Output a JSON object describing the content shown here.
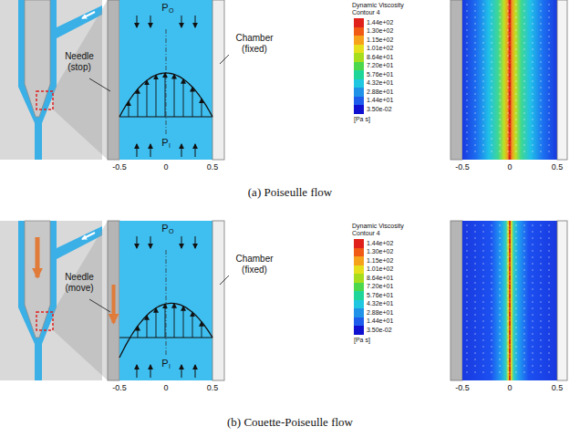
{
  "diagram": {
    "labels": [
      "P",
      "O",
      "P",
      "I",
      "Needle (stop)",
      "Chamber (fixed)",
      "-0.5",
      "0",
      "0.5",
      "Dynamic Viscosity",
      "Contour 4",
      "[Pa s]",
      "-0.5",
      "0",
      "0.5",
      "(a) Poiseulle flow",
      "P",
      "O",
      "P",
      "I",
      "Needle (move)",
      "Chamber (fixed)",
      "-0.5",
      "0",
      "0.5",
      "Dynamic Viscosity",
      "Contour 4",
      "[Pa s]",
      "-0.5",
      "0",
      "0.5",
      "(b) Couette-Poiseulle flow"
    ],
    "legend": [
      {
        "text": "1.44e+02",
        "color": "#e0201a"
      },
      {
        "text": "1.30e+02",
        "color": "#f05a14"
      },
      {
        "text": "1.15e+02",
        "color": "#f7a21b"
      },
      {
        "text": "1.01e+02",
        "color": "#e6e01c"
      },
      {
        "text": "8.64e+01",
        "color": "#a6de1e"
      },
      {
        "text": "7.20e+01",
        "color": "#4cd84c"
      },
      {
        "text": "5.76e+01",
        "color": "#1fd69a"
      },
      {
        "text": "4.32e+01",
        "color": "#1fc8e0"
      },
      {
        "text": "2.88e+01",
        "color": "#2092e8"
      },
      {
        "text": "1.44e+01",
        "color": "#1e5cec"
      },
      {
        "text": "3.50e-02",
        "color": "#1010d0"
      },
      {
        "text": "1.44e+02",
        "color": "#e0201a"
      },
      {
        "text": "1.30e+02",
        "color": "#f05a14"
      },
      {
        "text": "1.15e+02",
        "color": "#f7a21b"
      },
      {
        "text": "1.01e+02",
        "color": "#e6e01c"
      },
      {
        "text": "8.64e+01",
        "color": "#a6de1e"
      },
      {
        "text": "7.20e+01",
        "color": "#4cd84c"
      },
      {
        "text": "5.76e+01",
        "color": "#1fd69a"
      },
      {
        "text": "4.32e+01",
        "color": "#1fc8e0"
      },
      {
        "text": "2.88e+01",
        "color": "#2092e8"
      },
      {
        "text": "1.44e+01",
        "color": "#1e5cec"
      },
      {
        "text": "3.50e-02",
        "color": "#1010d0"
      }
    ]
  }
}
